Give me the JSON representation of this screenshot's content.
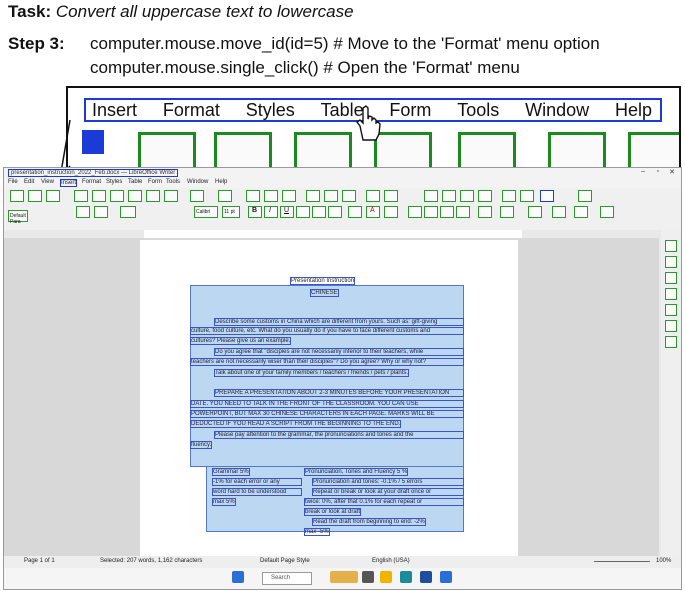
{
  "header": {
    "task_label": "Task:",
    "task_text": "Convert all uppercase text to lowercase",
    "step_label": "Step 3:",
    "cmd1": "computer.mouse.move_id(id=5) # Move to the 'Format' menu option",
    "cmd2": "computer.mouse.single_click() # Open the 'Format' menu"
  },
  "zoom_menu": [
    "Insert",
    "Format",
    "Styles",
    "Table",
    "Form",
    "Tools",
    "Window",
    "Help"
  ],
  "app": {
    "title": "presentation_instruction_2022_Feb.docx — LibreOffice Writer",
    "menu": [
      "File",
      "Edit",
      "View",
      "Insert",
      "Format",
      "Styles",
      "Table",
      "Form",
      "Tools",
      "Window",
      "Help"
    ],
    "style_box": "Default Para",
    "font_box": "Calibri",
    "size_box": "11 pt"
  },
  "document": {
    "lines": [
      "Presentation Instruction",
      "CHINESE",
      "Describe some customs in China which are different from yours. Such as: gift-giving",
      "culture, food culture, etc. What do you usually do if you have to face different customs and",
      "cultures? Please give us an example.",
      "Do you agree that \"disciples are not necessarily inferior to their teachers, while",
      "teachers are not necessarily wiser than their disciples\"? Do you agree? Why or why not?",
      "Talk about one of your family members / teachers / friends / pets / plants.",
      "PREPARE A PRESENTATION ABOUT 2-3 MINUTES BEFORE YOUR PRESENTATION",
      "DATE. YOU NEED TO TALK IN THE FRONT OF THE CLASSROOM. YOU CAN USE",
      "POWERPOINT, BUT MAX 30 CHINESE CHARACTERS IN EACH PAGE. MARKS WILL BE",
      "DEDUCTED IF YOU READ A SCRIPT FROM THE BEGINNING TO THE END.",
      "Please pay attention to the grammar, the pronunciations and tones and the",
      "fluency."
    ],
    "table_left": [
      "Grammar  5%",
      "-1% for each error or any",
      "word hard to be understood",
      "max  5%"
    ],
    "table_right": [
      "Pronunciation, Tones and Fluency  5 %",
      "Pronunciation and tones: -0.1% / 5 errors",
      "Repeat or break or look at your draft once or",
      "twice:  0%, after that  0.1% for each repeat or",
      "break or look at draft",
      "Read the draft from beginning to end: -2%",
      "max -5%"
    ]
  },
  "status": {
    "page": "Page 1 of 1",
    "words": "Selected: 207 words, 1,162 characters",
    "style": "Default Page Style",
    "lang": "English (USA)",
    "zoom": "100%"
  },
  "taskbar": {
    "search_placeholder": "Search"
  },
  "colors": {
    "selection": "#bcd7f2",
    "highlight_blue": "#1a3bd6",
    "highlight_green": "#1d8a1d"
  }
}
